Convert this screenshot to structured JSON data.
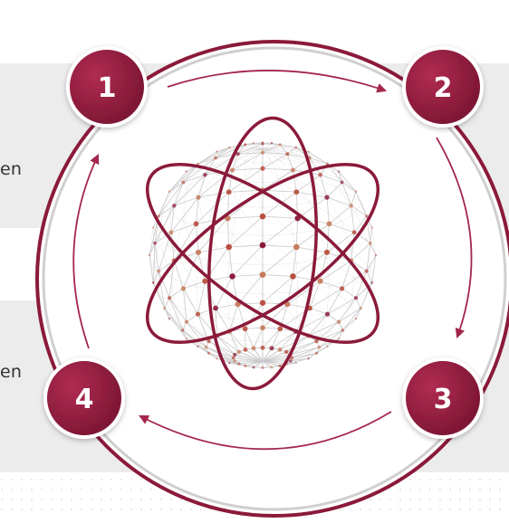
{
  "panels": [
    {
      "text_fragment": "en"
    },
    {
      "text_fragment": "en"
    }
  ],
  "steps": [
    {
      "label": "1"
    },
    {
      "label": "2"
    },
    {
      "label": "3"
    },
    {
      "label": "4"
    }
  ],
  "colors": {
    "accent": "#8b1a3a",
    "panel_gray": "#ececec",
    "arrow": "#a3264a",
    "sphere_grid": "#c9c9c9",
    "node_red": "#b84a3a"
  },
  "icons": {
    "center": "globe-network-icon",
    "orbits": "orbit-rings-icon",
    "cycle_arrows": "curved-arrow-icon"
  }
}
